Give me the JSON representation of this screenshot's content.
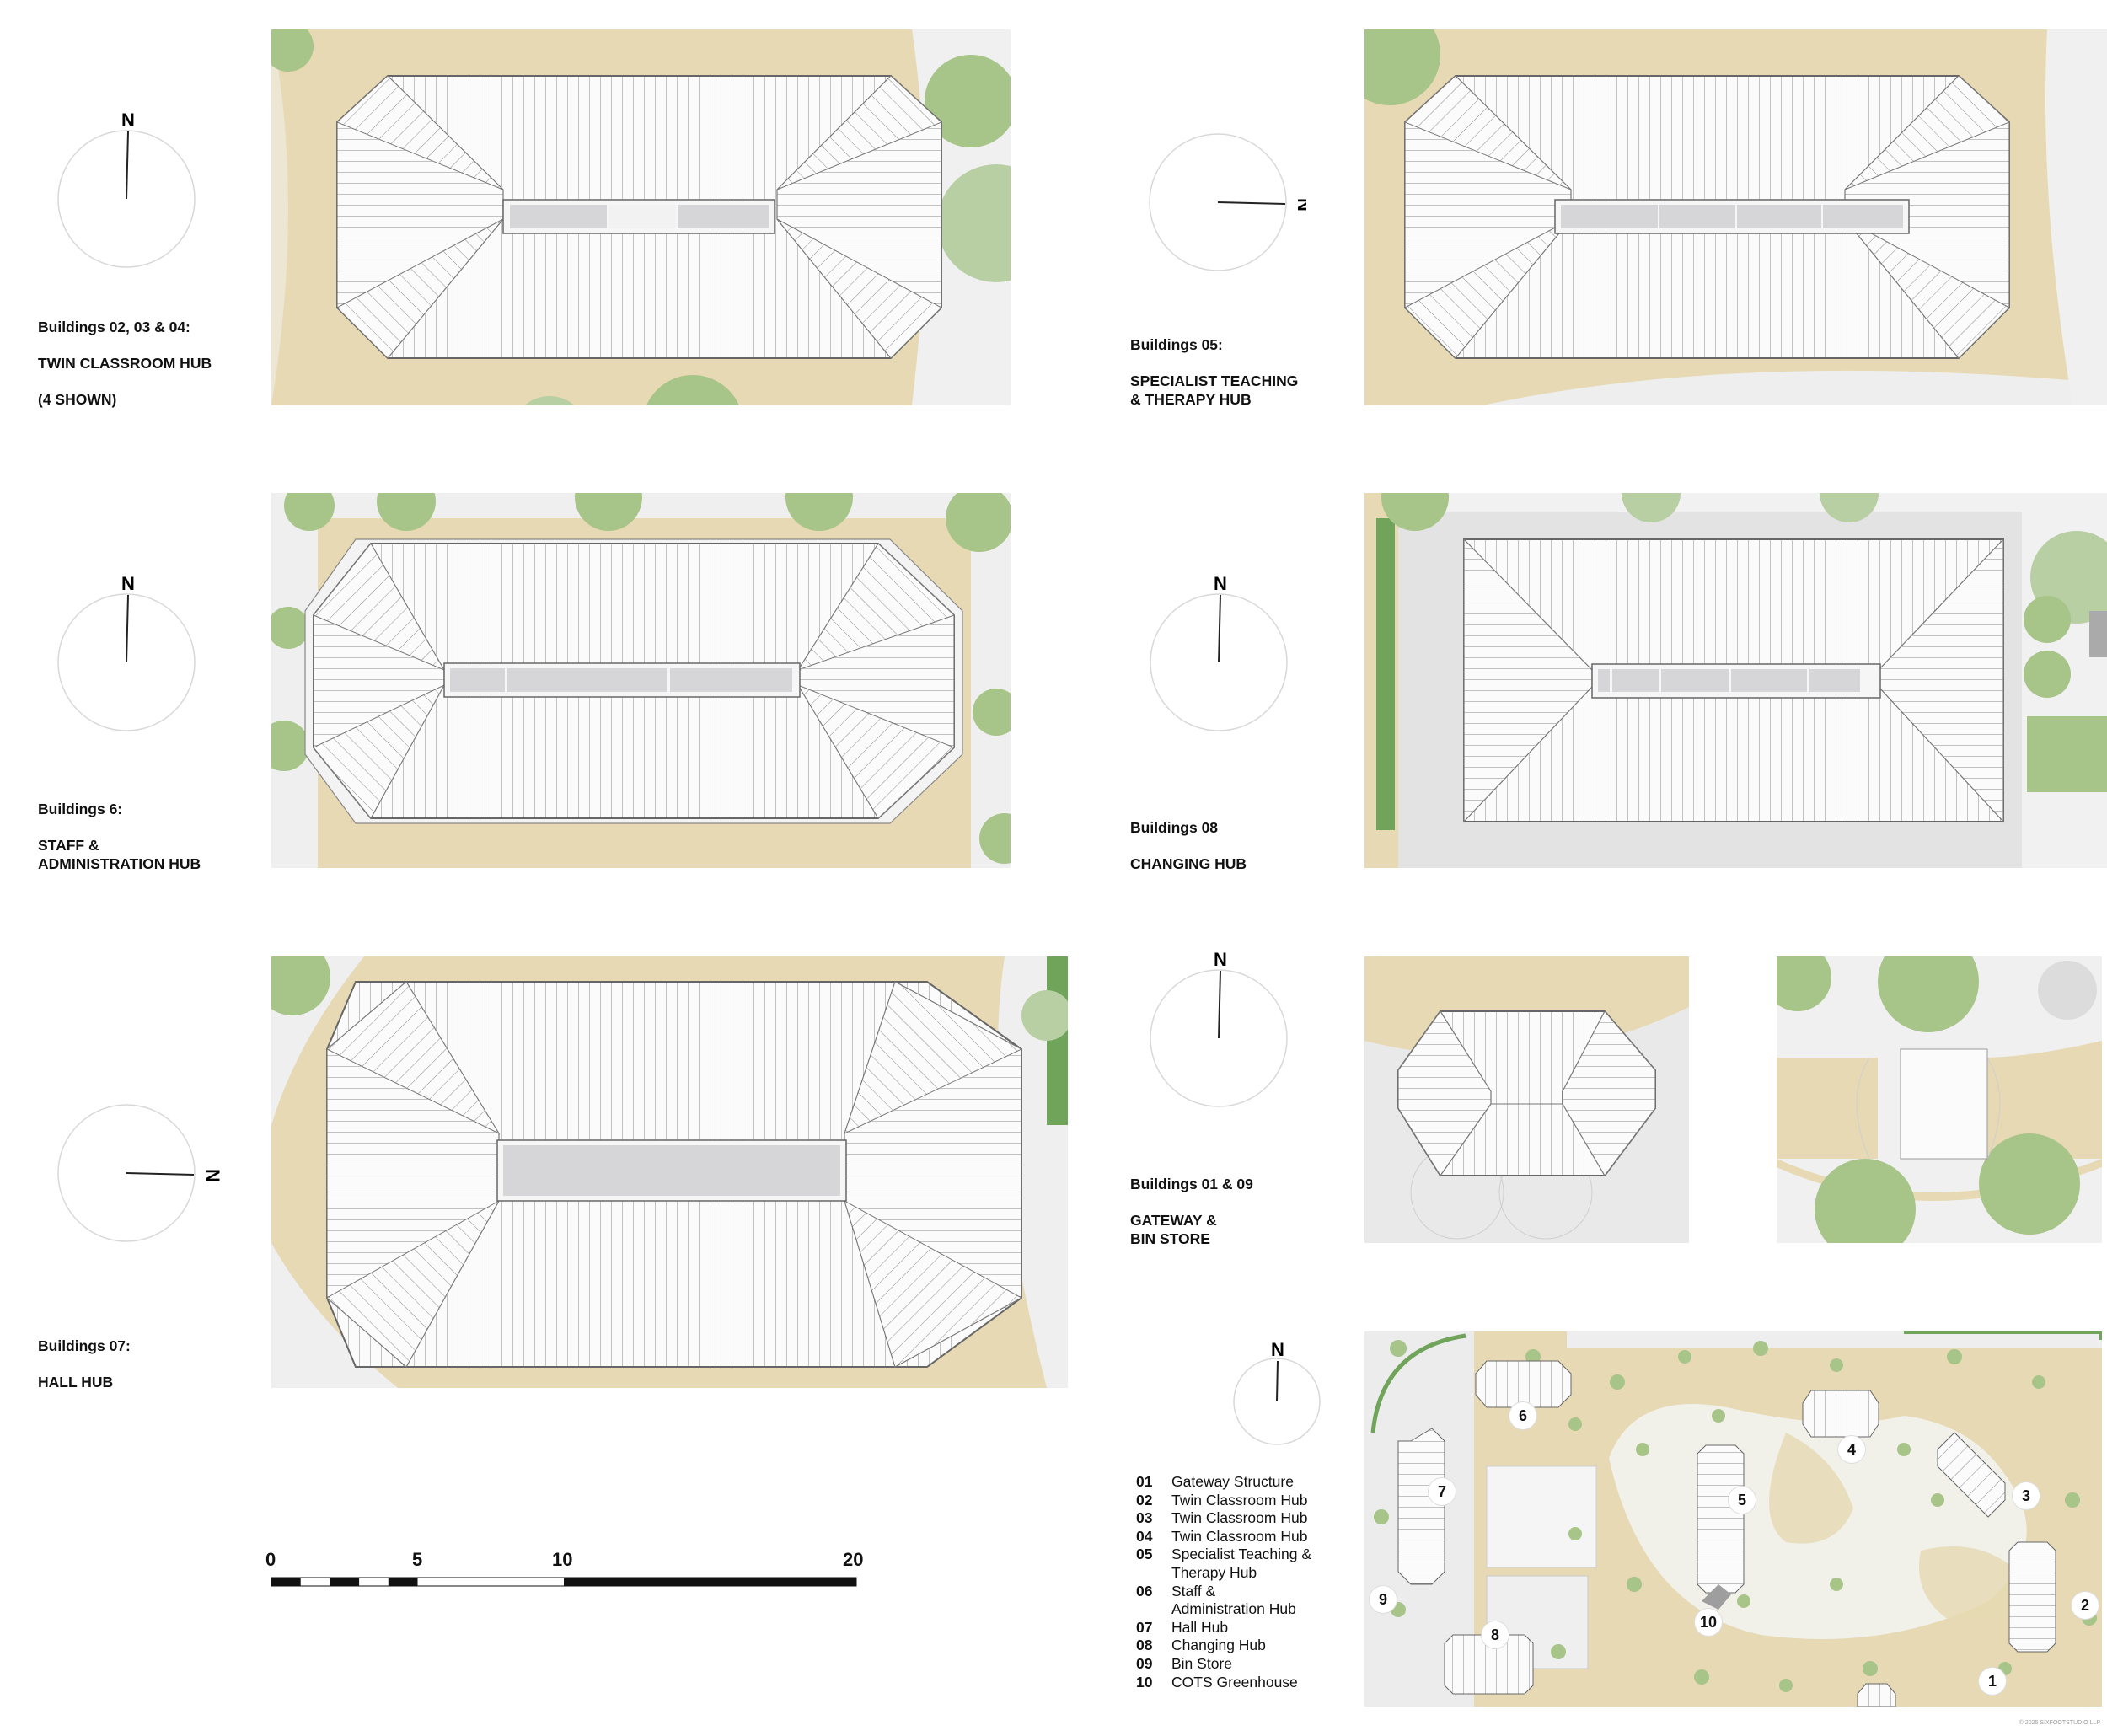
{
  "labels": {
    "b020304": {
      "title": "Buildings 02, 03 & 04:",
      "name": "TWIN CLASSROOM HUB",
      "note": "(4 SHOWN)"
    },
    "b05": {
      "title": "Buildings 05:",
      "name": "SPECIALIST TEACHING\n& THERAPY HUB"
    },
    "b06": {
      "title": "Buildings 6:",
      "name": "STAFF &\nADMINISTRATION HUB"
    },
    "b08": {
      "title": "Buildings 08",
      "name": "CHANGING HUB"
    },
    "b07": {
      "title": "Buildings 07:",
      "name": "HALL HUB"
    },
    "b0109": {
      "title": "Buildings 01 & 09",
      "name": "GATEWAY &\nBIN STORE"
    }
  },
  "compass_letter": "N",
  "scale_bar": {
    "ticks": [
      "0",
      "5",
      "10",
      "20"
    ]
  },
  "legend": [
    {
      "num": "01",
      "text": "Gateway Structure"
    },
    {
      "num": "02",
      "text": "Twin Classroom Hub"
    },
    {
      "num": "03",
      "text": "Twin Classroom Hub"
    },
    {
      "num": "04",
      "text": "Twin Classroom Hub"
    },
    {
      "num": "05",
      "text": "Specialist Teaching &\nTherapy Hub"
    },
    {
      "num": "06",
      "text": "Staff &\nAdministration Hub"
    },
    {
      "num": "07",
      "text": "Hall Hub"
    },
    {
      "num": "08",
      "text": "Changing Hub"
    },
    {
      "num": "09",
      "text": "Bin Store"
    },
    {
      "num": "10",
      "text": "COTS Greenhouse"
    }
  ],
  "site_markers": [
    "1",
    "2",
    "3",
    "4",
    "5",
    "6",
    "7",
    "8",
    "9",
    "10"
  ],
  "colors": {
    "sand": "#e6d9b3",
    "paving": "#ececec",
    "roof_line": "#8a8a8a",
    "tree": "#a7c489",
    "tree_dark": "#7ea462",
    "grass": "#6fa45a",
    "skylight": "#d6d6d8"
  },
  "copyright": "© 2025 SIXFOOTSTUDIO LLP"
}
